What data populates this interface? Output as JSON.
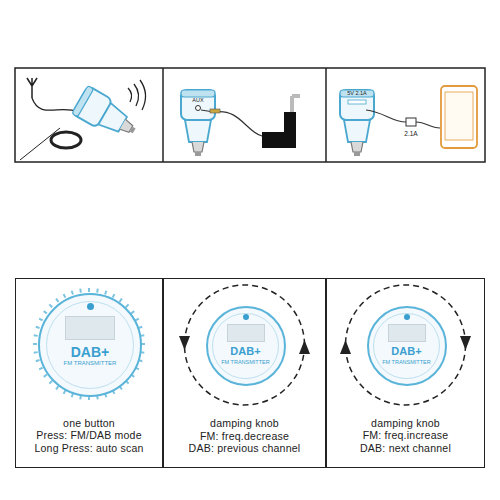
{
  "diagram": {
    "nodes": [
      {
        "text": [
          "one button",
          "Press: FM/DAB mode",
          "Long Press: auto scan"
        ]
      },
      {
        "text": [
          "DAB+",
          "FM TRANSMITTER"
        ],
        "in": 0
      },
      {
        "text": [
          "damping knob",
          "FM: freq.decrease",
          "DAB: previous channel"
        ]
      },
      {
        "text": [
          "DAB+",
          "FM TRANSMITTER"
        ],
        "in": 2
      },
      {
        "text": [
          "damping knob",
          "FM: freq.increase",
          "DAB: next channel"
        ]
      },
      {
        "text": [
          "DAB+",
          "FM TRANSMITTER"
        ],
        "in": 4
      }
    ],
    "labels": [
      "AUX",
      "5V 2.1A",
      "2.1A"
    ]
  }
}
